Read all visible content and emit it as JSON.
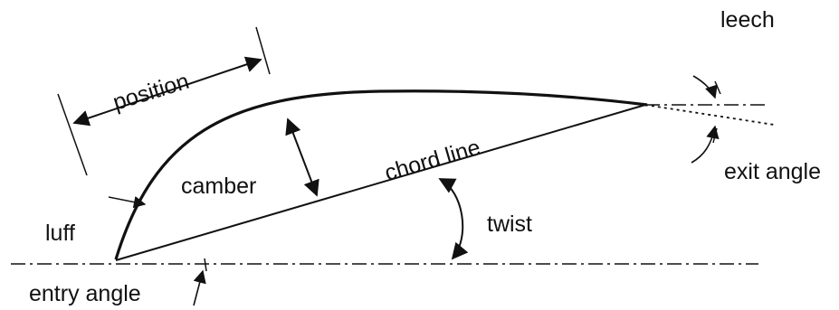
{
  "labels": {
    "leech": "leech",
    "position": "position",
    "chord_line": "chord line",
    "exit_angle": "exit angle",
    "camber": "camber",
    "twist": "twist",
    "luff": "luff",
    "entry_angle": "entry angle"
  },
  "colors": {
    "ink": "#111111",
    "background": "#ffffff"
  }
}
